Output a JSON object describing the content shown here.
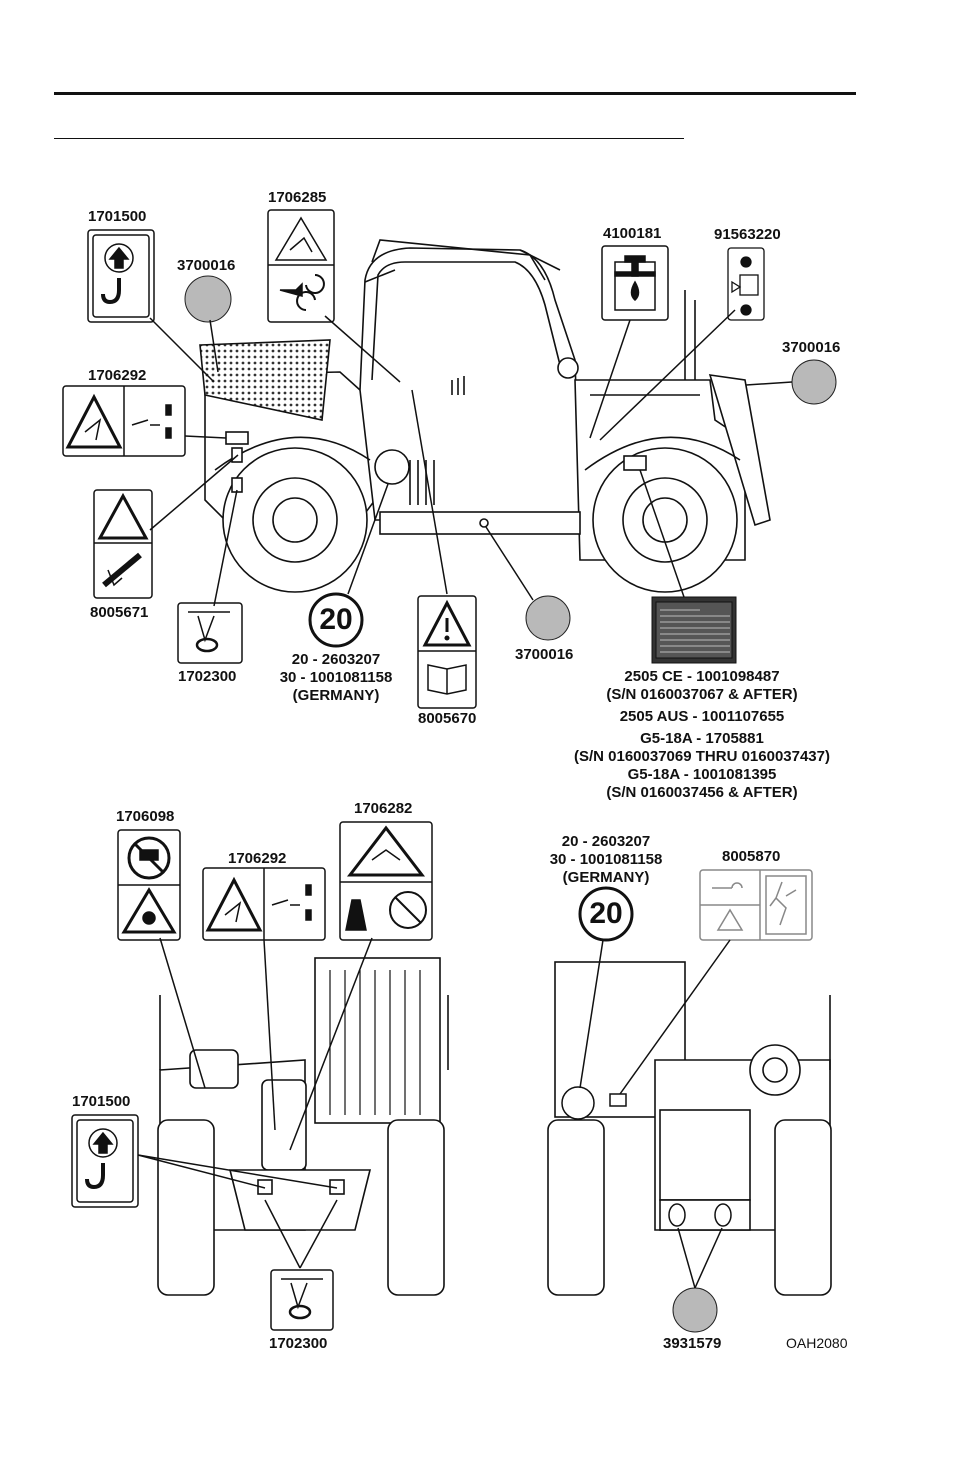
{
  "figure_code": "OAH2080",
  "badge_number": "20",
  "side_view": {
    "labels": {
      "decal_1701500": "1701500",
      "decal_1706285": "1706285",
      "decal_3700016_top": "3700016",
      "decal_4100181": "4100181",
      "decal_91563220": "91563220",
      "decal_3700016_right": "3700016",
      "decal_1706292": "1706292",
      "decal_8005671": "8005671",
      "decal_1702300": "1702300",
      "decal_8005670": "8005670",
      "decal_3700016_bottom": "3700016"
    },
    "badge_lines": [
      "20 - 2603207",
      "30 - 1001081158",
      "(GERMANY)"
    ],
    "plate_lines": [
      "2505 CE - 1001098487",
      "(S/N 0160037067 & AFTER)",
      "2505 AUS - 1001107655",
      "G5-18A - 1705881",
      "(S/N 0160037069 THRU 0160037437)",
      "G5-18A - 1001081395",
      "(S/N 0160037456 & AFTER)"
    ]
  },
  "front_view": {
    "labels": {
      "decal_1706098": "1706098",
      "decal_1706282": "1706282",
      "decal_1706292": "1706292",
      "decal_1701500": "1701500",
      "decal_1702300": "1702300"
    }
  },
  "rear_view": {
    "badge_lines": [
      "20 - 2603207",
      "30 - 1001081158",
      "(GERMANY)"
    ],
    "labels": {
      "decal_8005870": "8005870",
      "decal_3931579": "3931579"
    }
  }
}
